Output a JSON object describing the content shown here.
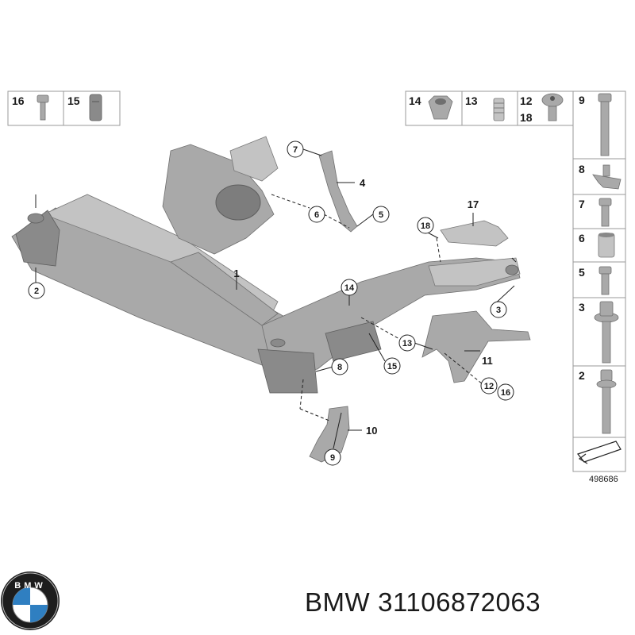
{
  "legend_top_left": [
    {
      "number": "16",
      "icon": "bolt-icon"
    },
    {
      "number": "15",
      "icon": "bushing-sleeve-icon"
    }
  ],
  "legend_top_right": [
    {
      "number": "14",
      "icon": "hex-nut-icon"
    },
    {
      "number": "13",
      "icon": "threaded-insert-icon"
    },
    {
      "number": "12",
      "icon": "torx-screw-icon"
    },
    {
      "number": "18",
      "icon": "torx-screw-icon"
    }
  ],
  "legend_right_column": [
    {
      "number": "9",
      "icon": "long-bolt-icon"
    },
    {
      "number": "8",
      "icon": "bracket-icon"
    },
    {
      "number": "7",
      "icon": "short-bolt-icon"
    },
    {
      "number": "6",
      "icon": "sleeve-icon"
    },
    {
      "number": "5",
      "icon": "short-bolt-icon"
    },
    {
      "number": "3",
      "icon": "collar-bolt-icon"
    },
    {
      "number": "2",
      "icon": "collar-bolt-icon"
    }
  ],
  "diagram_callouts": {
    "c1": "1",
    "c2": "2",
    "c3": "3",
    "c4": "4",
    "c5": "5",
    "c6": "6",
    "c7": "7",
    "c8": "8",
    "c9": "9",
    "c10": "10",
    "c11": "11",
    "c12": "12",
    "c13": "13",
    "c14": "14",
    "c15": "15",
    "c16": "16",
    "c17": "17",
    "c18": "18"
  },
  "diagram_id": "498686",
  "caption": {
    "brand": "BMW",
    "part_number": "31106872063"
  },
  "logo": {
    "text": "BMW",
    "colors": {
      "blue": "#2f7fc1",
      "ring": "#1d1d1d",
      "white": "#ffffff"
    }
  },
  "colors": {
    "part": "#a9a9a9",
    "line": "#222222",
    "box": "#9a9a9a"
  }
}
